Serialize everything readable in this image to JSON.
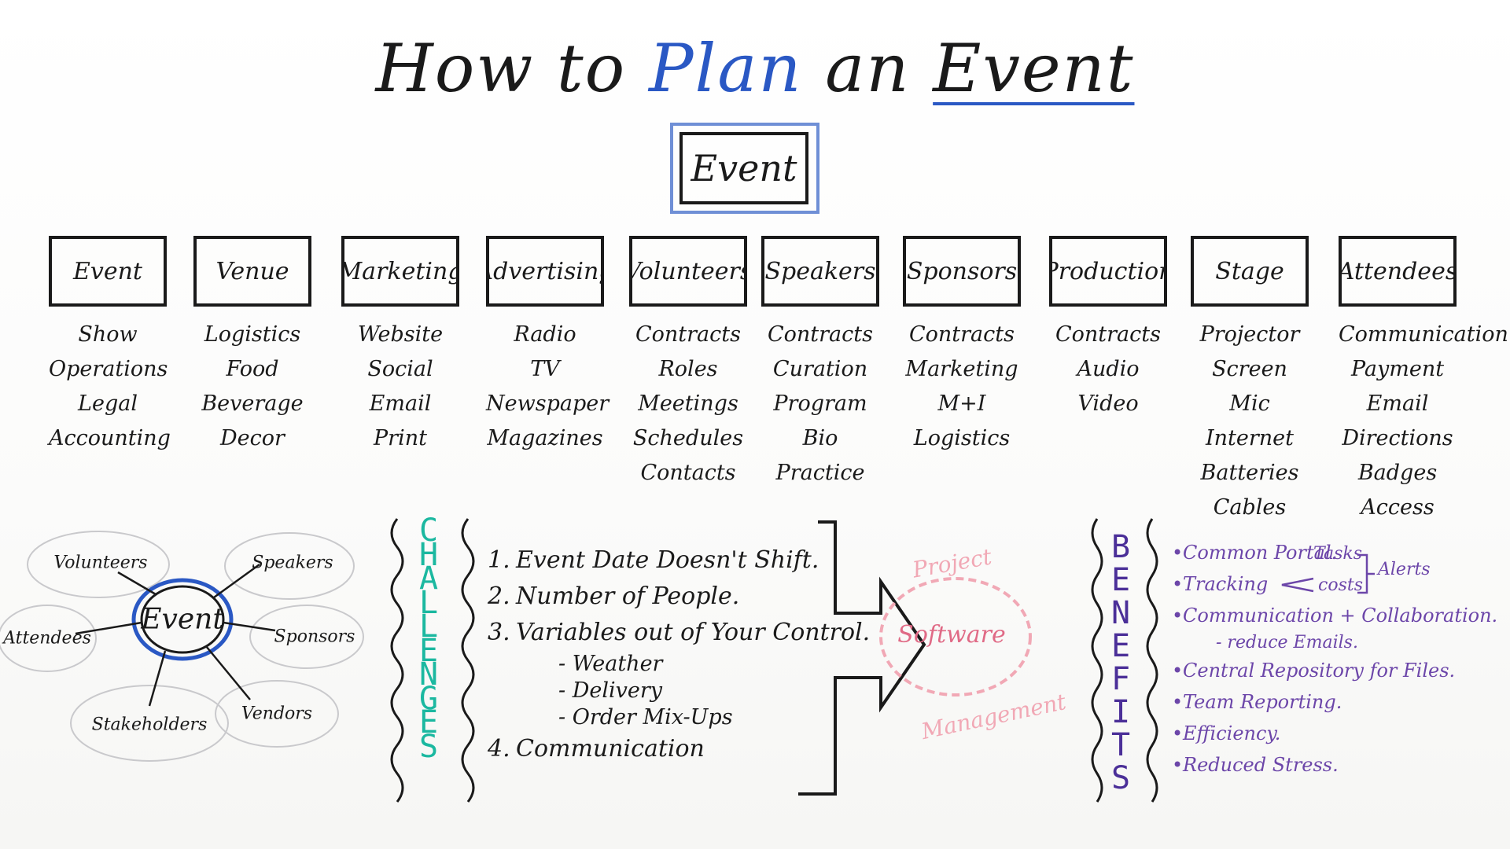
{
  "title": {
    "part1": "How to ",
    "highlight": "Plan",
    "part2": " an ",
    "underlined": "Event"
  },
  "root": {
    "label": "Event"
  },
  "categories": [
    {
      "label": "Event",
      "items": [
        "Show",
        "Operations",
        "Legal",
        "Accounting"
      ]
    },
    {
      "label": "Venue",
      "items": [
        "Logistics",
        "Food",
        "Beverage",
        "Decor"
      ]
    },
    {
      "label": "Marketing",
      "items": [
        "Website",
        "Social",
        "Email",
        "Print"
      ]
    },
    {
      "label": "Advertising",
      "items": [
        "Radio",
        "TV",
        "Newspaper",
        "Magazines"
      ]
    },
    {
      "label": "Volunteers",
      "items": [
        "Contracts",
        "Roles",
        "Meetings",
        "Schedules",
        "Contacts"
      ]
    },
    {
      "label": "Speakers",
      "items": [
        "Contracts",
        "Curation",
        "Program",
        "Bio",
        "Practice"
      ]
    },
    {
      "label": "Sponsors",
      "items": [
        "Contracts",
        "Marketing",
        "M+I",
        "Logistics"
      ]
    },
    {
      "label": "Production",
      "items": [
        "Contracts",
        "Audio",
        "Video"
      ]
    },
    {
      "label": "Stage",
      "items": [
        "Projector",
        "Screen",
        "Mic",
        "Internet",
        "Batteries",
        "Cables"
      ]
    },
    {
      "label": "Attendees",
      "items": [
        "Communication",
        "Payment",
        "Email",
        "Directions",
        "Badges",
        "Access"
      ]
    }
  ],
  "mindmap": {
    "center": "Event",
    "nodes": [
      "Volunteers",
      "Speakers",
      "Sponsors",
      "Vendors",
      "Stakeholders",
      "Attendees"
    ]
  },
  "challenges": {
    "word": "CHALLENGES",
    "items": [
      {
        "num": "1.",
        "text": "Event Date Doesn't Shift."
      },
      {
        "num": "2.",
        "text": "Number of People."
      },
      {
        "num": "3.",
        "text": "Variables out of Your Control."
      },
      {
        "sub": "- Weather"
      },
      {
        "sub": "- Delivery"
      },
      {
        "sub": "- Order Mix-Ups"
      },
      {
        "num": "4.",
        "text": "Communication"
      }
    ]
  },
  "pm": {
    "top": "Project",
    "center": "Software",
    "bottom": "Management"
  },
  "benefits": {
    "word": "BENEFITS",
    "items": [
      {
        "text": "Common Portal."
      },
      {
        "text": "Tracking"
      },
      {
        "text": "Communication + Collaboration."
      },
      {
        "sub": "- reduce Emails."
      },
      {
        "text": "Central Repository for Files."
      },
      {
        "text": "Team Reporting."
      },
      {
        "text": "Efficiency."
      },
      {
        "text": "Reduced Stress."
      }
    ],
    "tracking_branches": [
      "Tasks",
      "costs"
    ],
    "alerts": "Alerts"
  },
  "colors": {
    "ink": "#1a1a1a",
    "blue": "#2a58c4",
    "frame_blue": "#6f8fd6",
    "challenges": "#1bb8a0",
    "pm_pink": "#e06a86",
    "benefits": "#4b2f98"
  }
}
